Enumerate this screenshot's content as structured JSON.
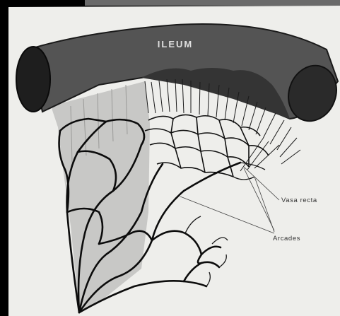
{
  "title": "ILEUM",
  "labels": {
    "vasa_recta": "Vasa recta",
    "arcades": "Arcades"
  },
  "colors": {
    "background_frame": "#000000",
    "paper": "#eeeeeb",
    "ileum_body": "#505050",
    "ileum_dark": "#2c2c2c",
    "mesentery_shade": "#c8c8c8",
    "vessel": "#111111"
  }
}
